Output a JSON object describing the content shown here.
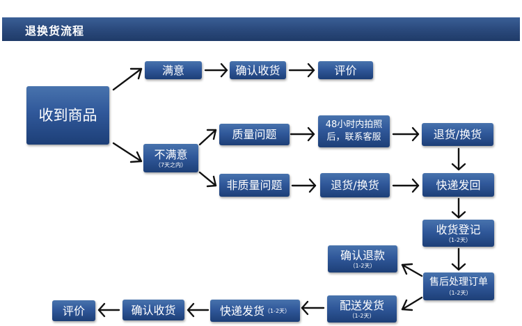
{
  "header": {
    "title": "退换货流程"
  },
  "nodes": {
    "receive": "收到商品",
    "satisfied": "满意",
    "confirm_receipt_top": "确认收货",
    "review_top": "评价",
    "unsatisfied": "不满意",
    "unsatisfied_note": "（7天之内）",
    "quality_issue": "质量问题",
    "photo_contact": "48小时内拍照后，联系客服",
    "return_exchange_1": "退货/换货",
    "non_quality_issue": "非质量问题",
    "return_exchange_2": "退货/换货",
    "express_back": "快递发回",
    "receipt_register": "收货登记",
    "receipt_register_note": "（1-2天）",
    "confirm_refund": "确认退款",
    "confirm_refund_note": "（1-2天）",
    "after_sales_order": "售后处理订单",
    "after_sales_order_note": "（1-2天）",
    "ship_delivery": "配送发货",
    "ship_delivery_note": "（1-2天）",
    "express_ship": "快递发货",
    "express_ship_note": "（1-2天）",
    "confirm_receipt_bottom": "确认收货",
    "review_bottom": "评价"
  }
}
